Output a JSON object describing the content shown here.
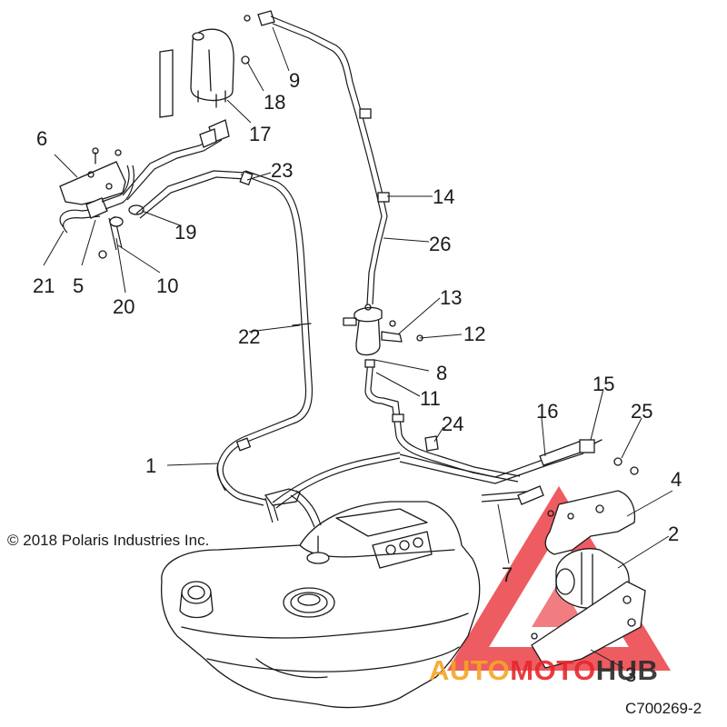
{
  "diagram": {
    "copyright": "© 2018 Polaris Industries Inc.",
    "drawing_code": "C700269-2",
    "callouts": [
      "1",
      "2",
      "3",
      "4",
      "5",
      "6",
      "7",
      "8",
      "9",
      "10",
      "11",
      "12",
      "13",
      "14",
      "15",
      "16",
      "17",
      "18",
      "19",
      "20",
      "21",
      "22",
      "23",
      "24",
      "25",
      "26"
    ],
    "watermark": {
      "part1": "AUTO",
      "part2": "MOTO",
      "part3": "HUB",
      "color_orange": "#f5a623",
      "color_red": "#e8262c",
      "color_dark": "#2b2b2b"
    }
  }
}
